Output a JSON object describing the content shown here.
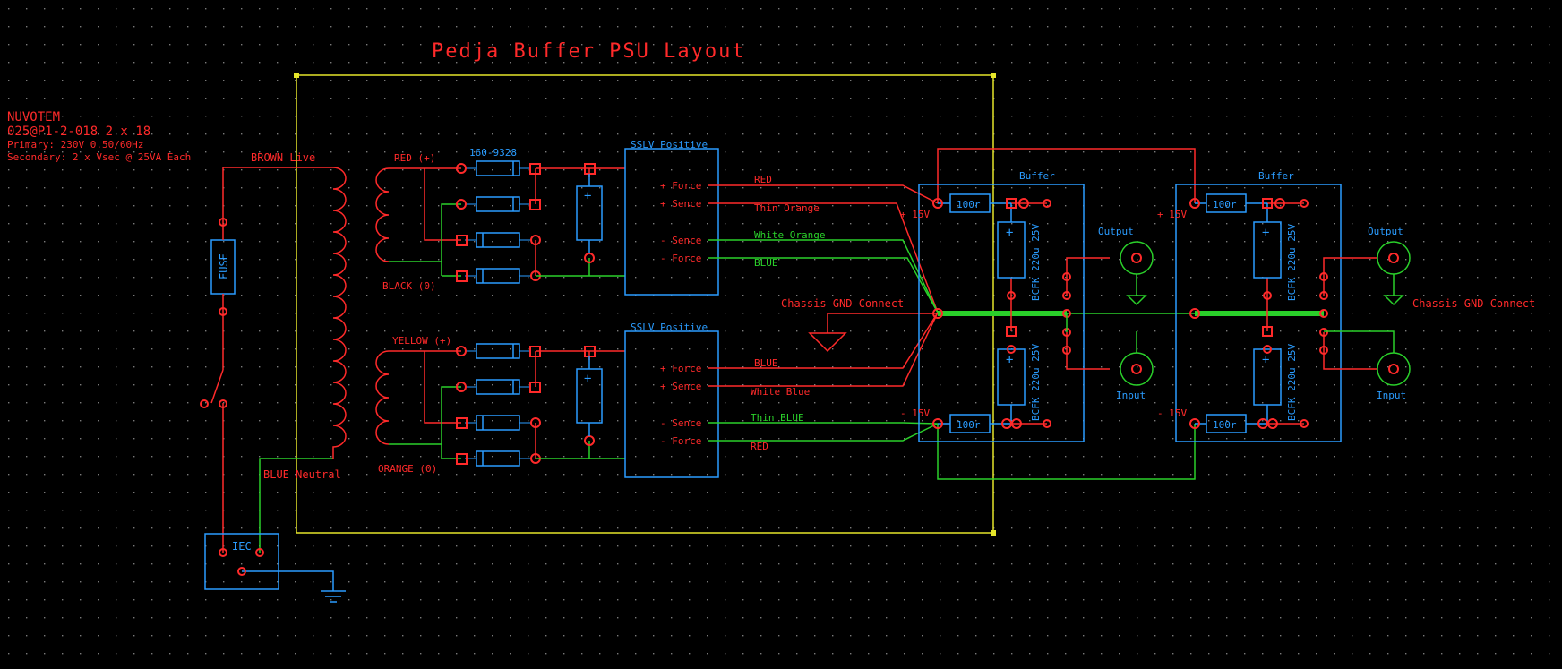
{
  "title": "Pedja Buffer PSU Layout",
  "transformer": {
    "maker": "NUVOTEM",
    "part": "025@P1-2-018 2 x 18",
    "primary": "Primary: 230V 0.50/60Hz",
    "secondary": "Secondary: 2 x Vsec @ 25VA Each",
    "brown_live": "BROWN Live",
    "blue_neutral": "BLUE Neutral",
    "red_plus": "RED (+)",
    "black_zero": "BLACK (0)",
    "yellow_plus": "YELLOW (+)",
    "orange_zero": "ORANGE (0)"
  },
  "fuse_label": "FUSE",
  "iec_label": "IEC",
  "diode_part": "160-9328",
  "sslv_top": "SSLV Positive",
  "sslv_bottom": "SSLV Positive",
  "pins": {
    "force_plus": "+ Force",
    "sense_plus": "+ Sence",
    "sense_minus": "- Sence",
    "force_minus": "- Force"
  },
  "wires": {
    "red": "RED",
    "thin_orange": "Thin Orange",
    "white_orange": "White Orange",
    "blue": "BLUE",
    "blue2": "BLUE",
    "white_blue": "White Blue",
    "thin_blue": "Thin BLUE",
    "red2": "RED"
  },
  "chassis_gnd": "Chassis GND Connect",
  "chassis_gnd_right": "Chassis GND Connect",
  "buffer_left": {
    "title": "Buffer",
    "plus15": "+ 15V",
    "minus15": "- 15V",
    "res_top": "100r",
    "res_bottom": "100r",
    "cap_top": "BCFK 220u 25V",
    "cap_bottom": "BCFK 220u 25V",
    "output": "Output",
    "input": "Input"
  },
  "buffer_right": {
    "title": "Buffer",
    "plus15": "+ 15V",
    "minus15": "- 15V",
    "res_top": "100r",
    "res_bottom": "100r",
    "cap_top": "BCFK 220u 25V",
    "cap_bottom": "BCFK 220u 25V",
    "output": "Output",
    "input": "Input"
  },
  "colors": {
    "red": "#ff2a2a",
    "blue": "#2a9cff",
    "green": "#2ad02a",
    "yellow": "#e6e62a",
    "background": "#000000"
  }
}
